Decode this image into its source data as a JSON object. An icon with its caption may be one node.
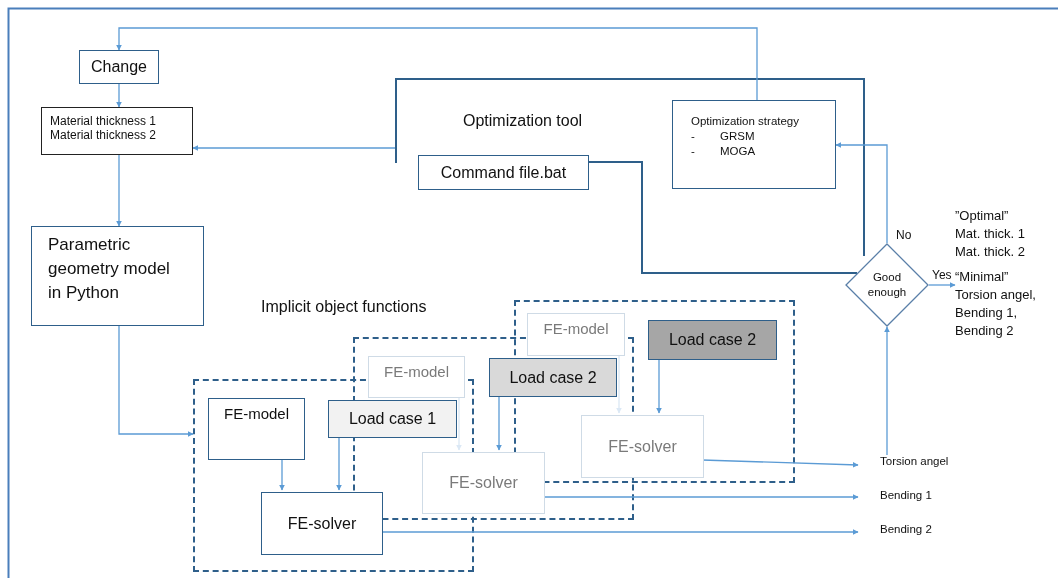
{
  "diagram": {
    "nodes": [
      {
        "text": [
          "Change"
        ]
      },
      {
        "text": [
          "Material thickness 1",
          "Material thickness 2"
        ]
      },
      {
        "text": [
          "Optimization tool"
        ]
      },
      {
        "text": [
          "Command file.bat"
        ],
        "in": 2
      },
      {
        "text": [
          "Optimization strategy",
          "- GRSM",
          "- MOGA"
        ],
        "in": 2
      },
      {
        "text": [
          "Parametric geometry model in Python"
        ]
      },
      {
        "text": [],
        "shape": "box"
      },
      {
        "text": [
          "FE-model"
        ],
        "in": 6
      },
      {
        "text": [
          "Load case 2"
        ],
        "in": 6
      },
      {
        "text": [
          "FE-solver"
        ],
        "in": 6
      },
      {
        "text": [],
        "shape": "box"
      },
      {
        "text": [
          "FE-model"
        ],
        "in": 10
      },
      {
        "text": [
          "Load case 2"
        ],
        "in": 10
      },
      {
        "text": [
          "FE-solver"
        ],
        "in": 10
      },
      {
        "text": [],
        "shape": "box"
      },
      {
        "text": [
          "FE-model"
        ],
        "in": 14
      },
      {
        "text": [
          "Load case 1"
        ],
        "in": 14
      },
      {
        "text": [
          "FE-solver"
        ],
        "in": 14
      },
      {
        "text": [
          "Good enough"
        ]
      },
      {
        "text": [
          "”Optimal”",
          "Mat. thick. 1",
          "Mat. thick. 2",
          "“Minimal”",
          "Torsion angel,",
          "Bending 1,",
          "Bending 2"
        ]
      },
      {
        "text": [
          "Torsion angel"
        ]
      },
      {
        "text": [
          "Bending 1"
        ]
      },
      {
        "text": [
          "Bending 2"
        ]
      }
    ],
    "edges": [
      {
        "from": 4,
        "to": 0,
        "arrow": "to"
      },
      {
        "from": 0,
        "to": 1,
        "arrow": "to"
      },
      {
        "from": 2,
        "to": 1,
        "arrow": "to"
      },
      {
        "from": 1,
        "to": 5,
        "arrow": "to"
      },
      {
        "from": 5,
        "to": 14,
        "arrow": "to"
      },
      {
        "from": 15,
        "to": 17,
        "arrow": "to"
      },
      {
        "from": 16,
        "to": 17,
        "arrow": "to"
      },
      {
        "from": 11,
        "to": 13,
        "arrow": "to",
        "color": "#dbe8f5"
      },
      {
        "from": 12,
        "to": 13,
        "arrow": "to"
      },
      {
        "from": 7,
        "to": 9,
        "arrow": "to",
        "color": "#dbe8f5"
      },
      {
        "from": 8,
        "to": 9,
        "arrow": "to"
      },
      {
        "from": 9,
        "to": 20,
        "arrow": "to"
      },
      {
        "from": 13,
        "to": 21,
        "arrow": "to"
      },
      {
        "from": 17,
        "to": 22,
        "arrow": "to"
      },
      {
        "from": 20,
        "to": 18,
        "arrow": "to"
      },
      {
        "from": 18,
        "to": 4,
        "arrow": "to",
        "label": "No"
      },
      {
        "from": 18,
        "to": 19,
        "arrow": "to",
        "label": "Yes"
      },
      {
        "from": 3,
        "to": 18,
        "arrow": "none",
        "color": "#2e5f8a"
      }
    ],
    "labels": [
      "Implicit object functions"
    ]
  }
}
